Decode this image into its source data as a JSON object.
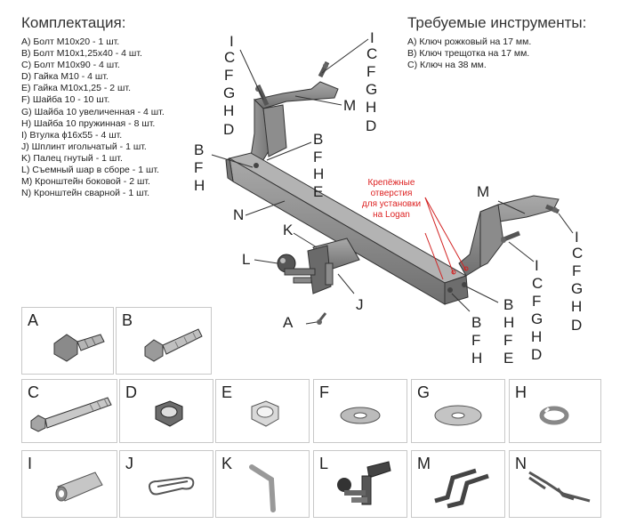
{
  "kit": {
    "title": "Комплектация:",
    "items": [
      "A) Болт M10x20 - 1 шт.",
      "B) Болт M10x1,25x40 - 4 шт.",
      "C) Болт M10x90 - 4 шт.",
      "D) Гайка M10 - 4 шт.",
      "E) Гайка M10x1,25 - 2 шт.",
      "F) Шайба 10 - 10 шт.",
      "G) Шайба 10 увеличенная - 4 шт.",
      "H) Шайба 10 пружинная - 8 шт.",
      "I) Втулка ϕ16x55 - 4 шт.",
      "J) Шплинт игольчатый - 1 шт.",
      "K) Палец гнутый - 1 шт.",
      "L) Съемный шар в сборе - 1 шт.",
      "M) Кронштейн боковой - 2 шт.",
      "N) Кронштейн сварной - 1 шт."
    ]
  },
  "tools": {
    "title": "Требуемые инструменты:",
    "items": [
      "A) Ключ рожковый на 17 мм.",
      "B) Ключ трещотка на 17 мм.",
      "C) Ключ на 38 мм."
    ]
  },
  "note": {
    "line1": "Крепёжные",
    "line2": "отверстия",
    "line3": "для установки",
    "line4": "на Logan"
  },
  "labels": {
    "I": "I",
    "C": "C",
    "F": "F",
    "G": "G",
    "H": "H",
    "D": "D",
    "M": "M",
    "B": "B",
    "E": "E",
    "N": "N",
    "K": "K",
    "L": "L",
    "A": "A",
    "J": "J"
  },
  "parts": [
    {
      "letter": "A",
      "icon": "short-bolt-icon"
    },
    {
      "letter": "B",
      "icon": "medium-bolt-icon"
    },
    {
      "letter": "C",
      "icon": "long-bolt-icon"
    },
    {
      "letter": "D",
      "icon": "nut-icon"
    },
    {
      "letter": "E",
      "icon": "nut-fine-icon"
    },
    {
      "letter": "F",
      "icon": "washer-icon"
    },
    {
      "letter": "G",
      "icon": "large-washer-icon"
    },
    {
      "letter": "H",
      "icon": "spring-washer-icon"
    },
    {
      "letter": "I",
      "icon": "sleeve-icon"
    },
    {
      "letter": "J",
      "icon": "cotter-pin-icon"
    },
    {
      "letter": "K",
      "icon": "bent-pin-icon"
    },
    {
      "letter": "L",
      "icon": "tow-ball-icon"
    },
    {
      "letter": "M",
      "icon": "side-bracket-icon"
    },
    {
      "letter": "N",
      "icon": "welded-bracket-icon"
    }
  ],
  "colors": {
    "red": "#d22222",
    "metal": "#8a8a8a",
    "dark": "#555555"
  }
}
